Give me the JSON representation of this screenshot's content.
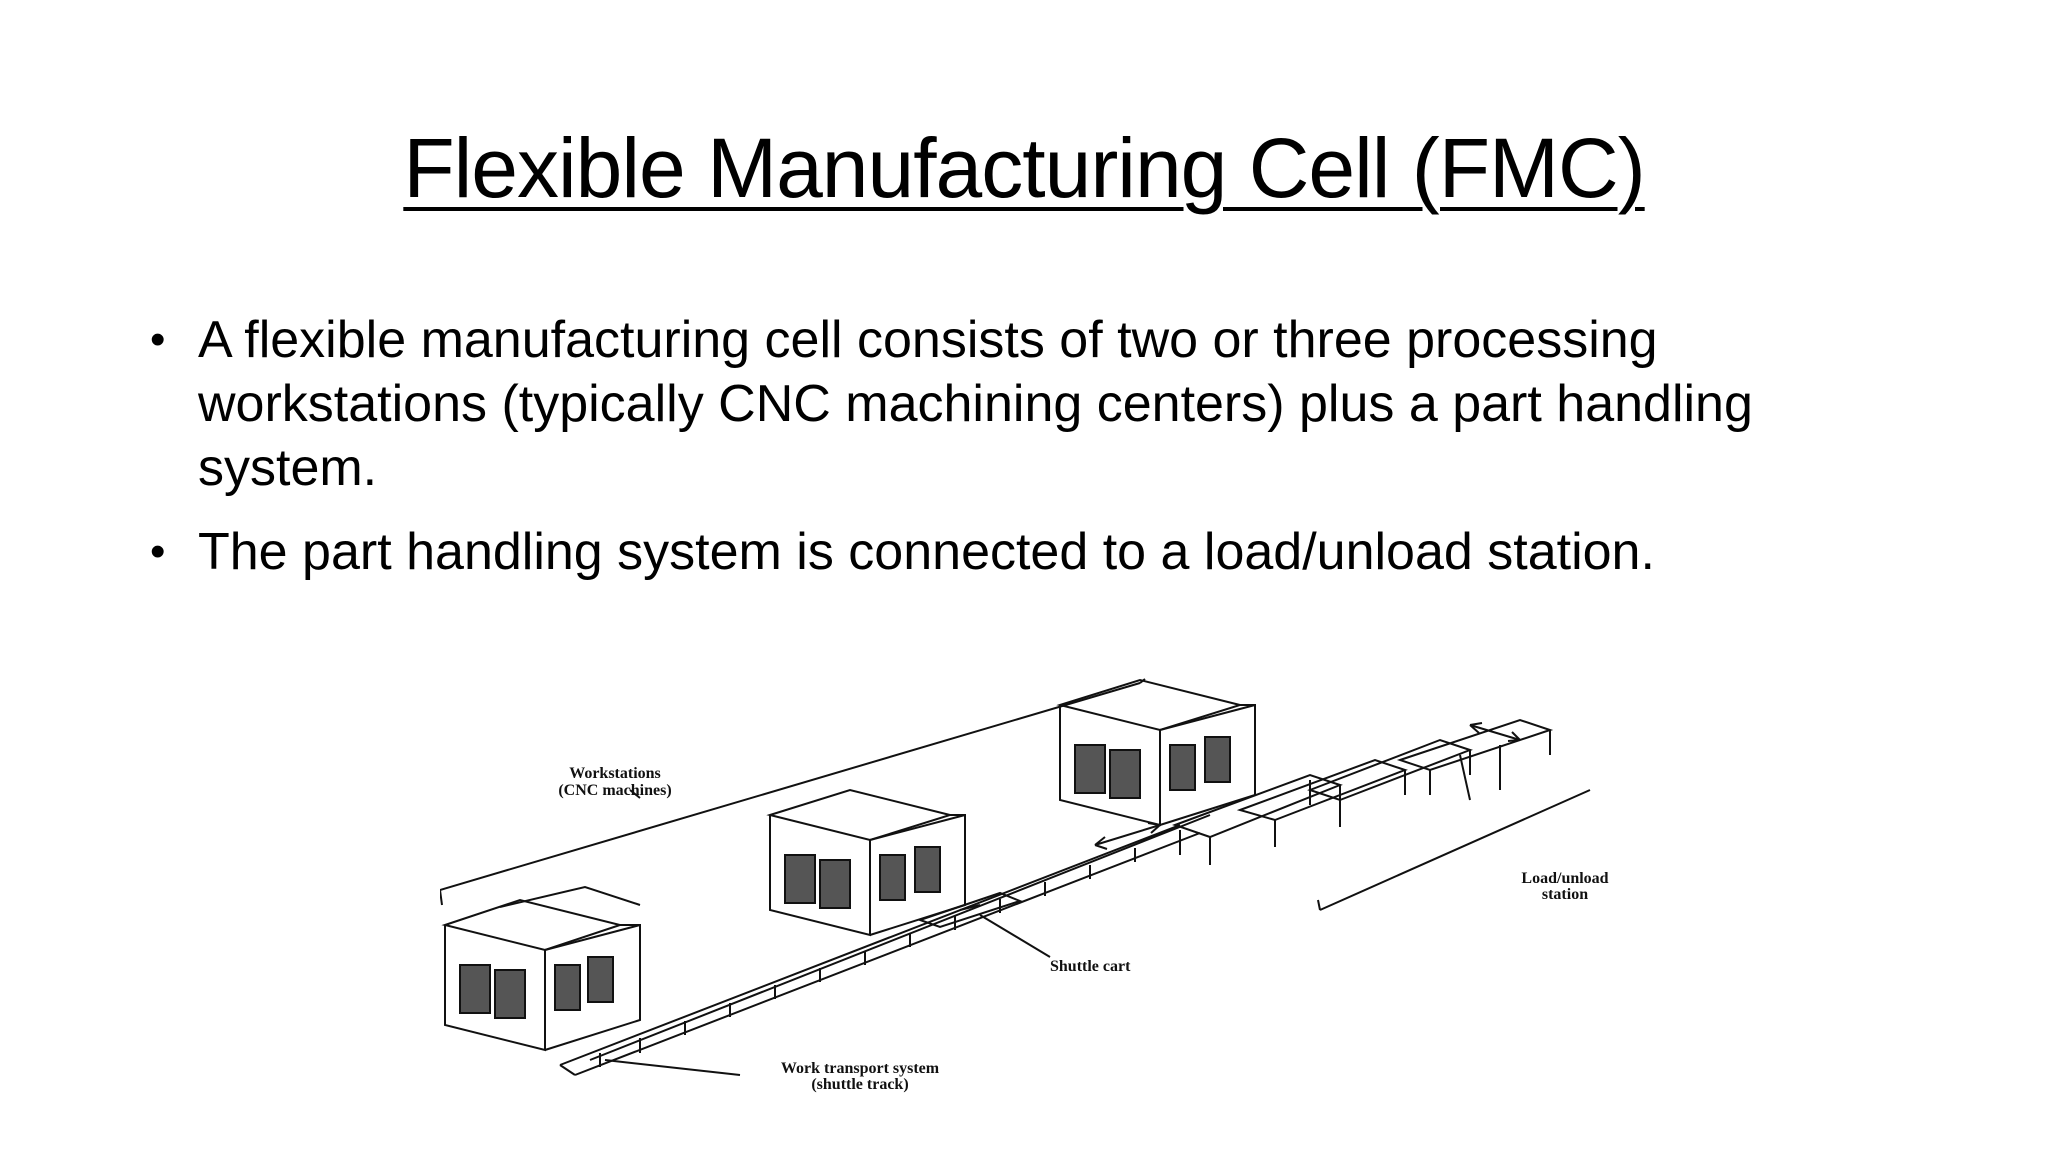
{
  "slide": {
    "title": "Flexible Manufacturing Cell (FMC)",
    "bullets": [
      "A flexible manufacturing cell consists of two or three processing workstations (typically CNC machining centers) plus a part handling system.",
      "The part handling system is connected to a load/unload station."
    ]
  },
  "figure": {
    "labels": {
      "workstations_line1": "Workstations",
      "workstations_line2": "(CNC machines)",
      "shuttle_cart": "Shuttle cart",
      "load_unload_line1": "Load/unload",
      "load_unload_line2": "station",
      "transport_line1": "Work transport system",
      "transport_line2": "(shuttle track)"
    },
    "colors": {
      "line": "#111111",
      "window_fill": "#555555"
    }
  }
}
